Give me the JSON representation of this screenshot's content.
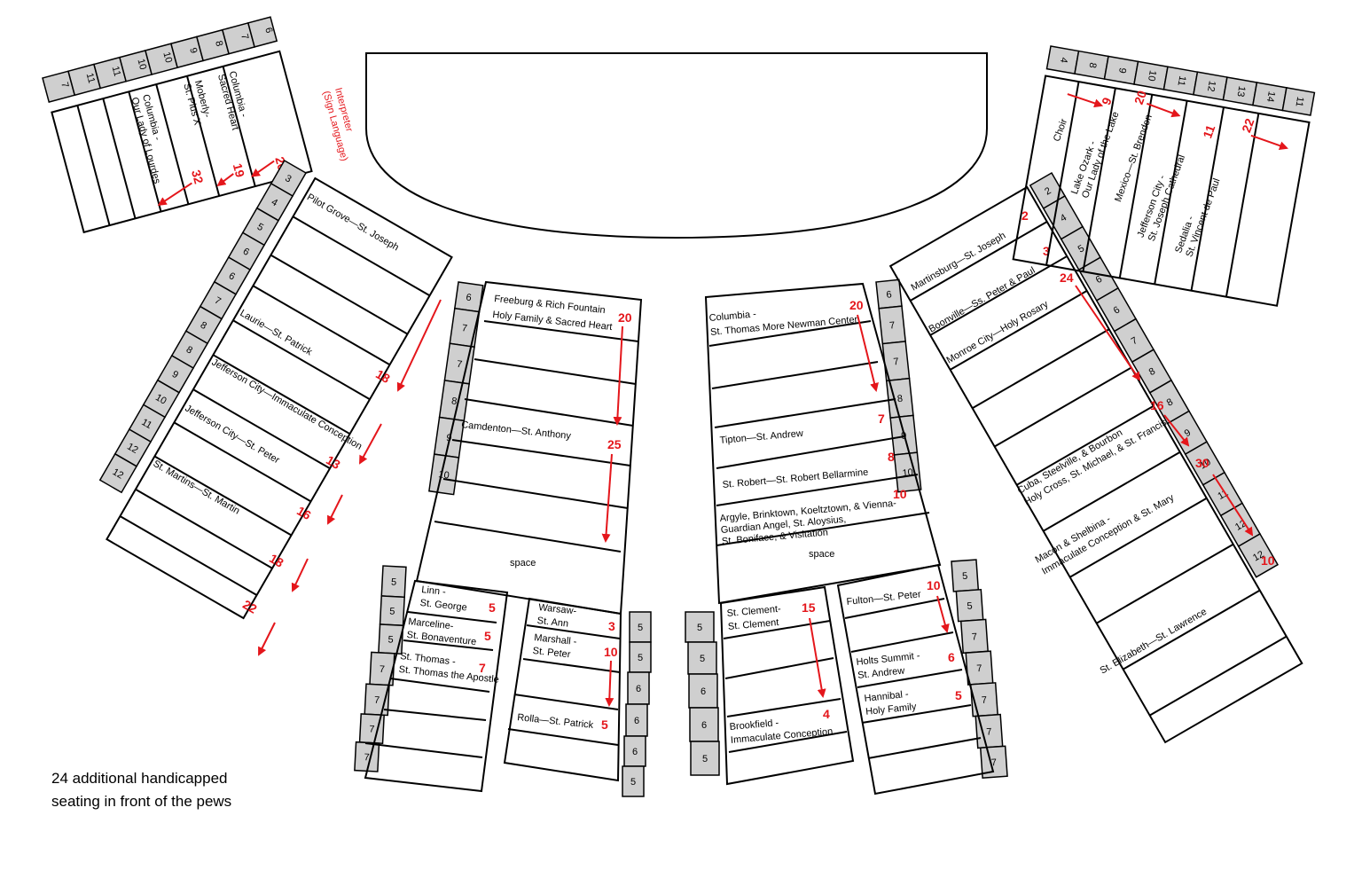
{
  "note": {
    "line1": "24 additional handicapped",
    "line2": "seating in front of the pews"
  },
  "interpreter": {
    "line1": "Interpreter",
    "line2": "(Sign Language)"
  },
  "space_left": "space",
  "space_right": "space",
  "colors": {
    "pew_line": "#000000",
    "count_red": "#e4161b",
    "box_gray": "#cfcfcf"
  },
  "far_left_top": {
    "boxes": [
      "7",
      "11",
      "11",
      "10",
      "10",
      "9",
      "8",
      "7",
      "6"
    ],
    "labels": [
      {
        "text": "Columbia -",
        "text2": "Sacred Heart",
        "count": "20"
      },
      {
        "text": "Moberly-",
        "text2": "St. Pius X",
        "count": "19"
      },
      {
        "text": "Columbia -",
        "text2": "Our Lady of Lourdes",
        "count": "32"
      }
    ]
  },
  "left_wing": {
    "boxes": [
      "3",
      "4",
      "5",
      "6",
      "6",
      "7",
      "8",
      "8",
      "9",
      "10",
      "11",
      "12",
      "12"
    ],
    "labels": [
      {
        "text": "Pilot Grove—St. Joseph",
        "count": "18"
      },
      {
        "text": "Laurie—St. Patrick",
        "count": "13"
      },
      {
        "text": "Jefferson City—Immaculate Conception",
        "count": "16"
      },
      {
        "text": "Jefferson City—St. Peter",
        "count": "18"
      },
      {
        "text": "St. Martins—St. Martin",
        "count": "22"
      }
    ]
  },
  "left_center": {
    "boxes": [
      "6",
      "7",
      "7",
      "8",
      "9",
      "10"
    ],
    "labels": [
      {
        "text": "Freeburg & Rich Fountain",
        "text2": "Holy Family & Sacred Heart",
        "count": "20"
      },
      {
        "text": "Camdenton—St. Anthony",
        "count": "25"
      }
    ]
  },
  "left_front_a": {
    "boxes": [
      "5",
      "5",
      "5",
      "7",
      "7",
      "7",
      "7"
    ],
    "labels": [
      {
        "text": "Linn -",
        "text2": "St. George",
        "count": "5"
      },
      {
        "text": "Marceline-",
        "text2": "St. Bonaventure",
        "count": "5"
      },
      {
        "text": "St. Thomas -",
        "text2": "St. Thomas the Apostle",
        "count": "7"
      }
    ]
  },
  "left_front_b": {
    "boxes": [
      "5",
      "5",
      "6",
      "6",
      "6",
      "5"
    ],
    "labels": [
      {
        "text": "Warsaw-",
        "text2": "St. Ann",
        "count": "3"
      },
      {
        "text": "Marshall -",
        "text2": "St. Peter",
        "count": "10"
      },
      {
        "text": "Rolla—St. Patrick",
        "count": "5"
      }
    ]
  },
  "right_center": {
    "boxes": [
      "6",
      "7",
      "7",
      "8",
      "9",
      "10"
    ],
    "labels": [
      {
        "text": "Columbia -",
        "text2": "St. Thomas More Newman Center",
        "count": "20"
      },
      {
        "text": "Tipton—St. Andrew",
        "count": "7"
      },
      {
        "text": "St. Robert—St. Robert Bellarmine",
        "count": "8"
      },
      {
        "text": "Argyle, Brinktown, Koeltztown, & Vienna-",
        "text2": "Guardian Angel, St. Aloysius,",
        "text3": "St. Boniface, & Visitation",
        "count": "10"
      }
    ]
  },
  "right_front_a": {
    "boxes": [
      "5",
      "5",
      "6",
      "6",
      "5"
    ],
    "labels": [
      {
        "text": "St. Clement-",
        "text2": "St. Clement",
        "count": "15"
      },
      {
        "text": "Brookfield -",
        "text2": "Immaculate Conception",
        "count": "4"
      }
    ]
  },
  "right_front_b": {
    "boxes": [
      "5",
      "5",
      "7",
      "7",
      "7",
      "7",
      "7"
    ],
    "labels": [
      {
        "text": "Fulton—St. Peter",
        "count": "10"
      },
      {
        "text": "Holts Summit -",
        "text2": "St. Andrew",
        "count": "6"
      },
      {
        "text": "Hannibal -",
        "text2": "Holy Family",
        "count": "5"
      }
    ]
  },
  "right_wing": {
    "boxes": [
      "2",
      "4",
      "5",
      "6",
      "6",
      "7",
      "8",
      "8",
      "9",
      "10",
      "11",
      "12",
      "12"
    ],
    "labels": [
      {
        "text": "Martinsburg—St. Joseph",
        "count": "2"
      },
      {
        "text": "Boonville—Ss. Peter & Paul",
        "count": "3"
      },
      {
        "text": "Monroe City—Holy Rosary",
        "count": "24"
      },
      {
        "text": "Cuba, Steelville, & Bourbon",
        "text2": "Holy Cross, St. Michael, & St. Francis",
        "count": "16"
      },
      {
        "text": "Macon & Shelbina -",
        "text2": "Immaculate Conception & St. Mary",
        "count": "30"
      },
      {
        "text": "St. Elizabeth—St. Lawrence",
        "count": "10"
      }
    ]
  },
  "far_right_top": {
    "boxes": [
      "4",
      "8",
      "9",
      "10",
      "11",
      "12",
      "13",
      "14",
      "11"
    ],
    "labels": [
      {
        "text": "Choir"
      },
      {
        "text": "Lake Ozark -",
        "text2": "Our Lady of the Lake",
        "count": "9"
      },
      {
        "text": "Mexico—St. Brendon",
        "count": "20"
      },
      {
        "text": "Jefferson City -",
        "text2": "St. Joseph Cathedral",
        "count": "11"
      },
      {
        "text": "Sedalia -",
        "text2": "St. Vincent de Paul",
        "count": "22"
      }
    ]
  }
}
